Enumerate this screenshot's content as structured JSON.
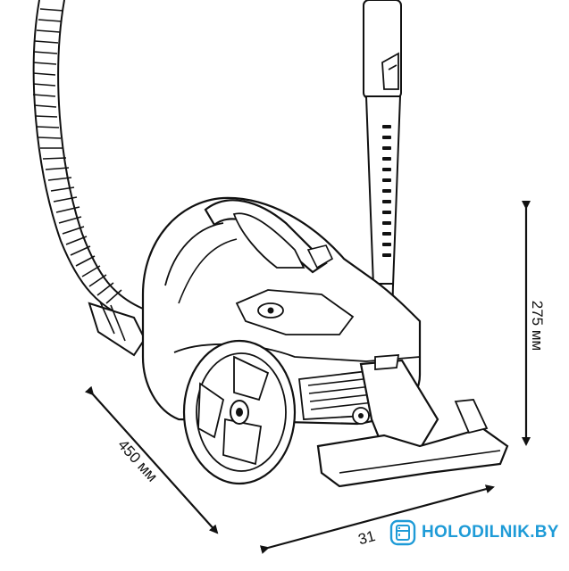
{
  "dimensions": {
    "height_label": "275 мм",
    "depth_label": "450 мм",
    "width_label": "31"
  },
  "watermark": {
    "brand_text": "HOLODILNIK.BY",
    "icon": "fridge-logo-icon",
    "color": "#1e9bd7"
  }
}
